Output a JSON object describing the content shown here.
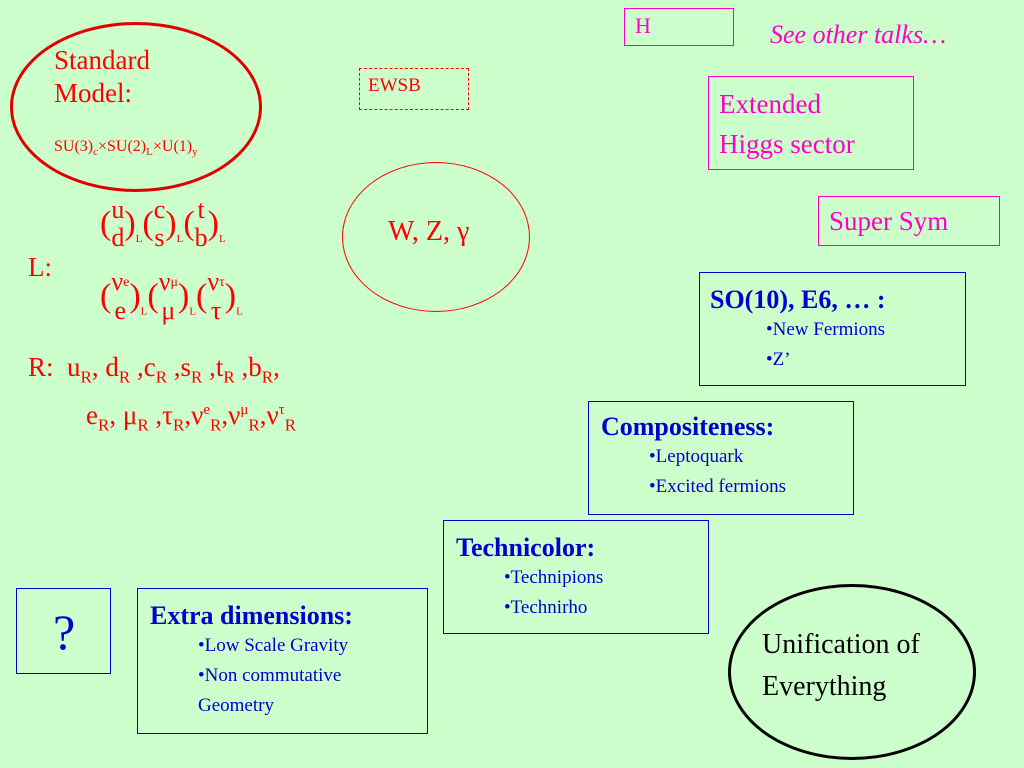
{
  "standard_model": {
    "title_line1": "Standard",
    "title_line2": "Model:",
    "group": [
      "SU(3)",
      "c",
      "×SU(2)",
      "L",
      "×U(1)",
      "y"
    ]
  },
  "ewsb": "EWSB",
  "gauge_bosons": "W, Z, γ",
  "higgs": {
    "box": "H",
    "note": "See other talks…",
    "extended_line1": "Extended",
    "extended_line2": "Higgs sector"
  },
  "super_sym": "Super Sym",
  "so10": {
    "heading": "SO(10), E6, … :",
    "items": [
      "•New Fermions",
      "•Z’"
    ]
  },
  "compositeness": {
    "heading": "Compositeness:",
    "items": [
      "•Leptoquark",
      "•Excited fermions"
    ]
  },
  "technicolor": {
    "heading": "Technicolor:",
    "items": [
      "•Technipions",
      "•Technirho"
    ]
  },
  "extra_dimensions": {
    "heading": "Extra dimensions:",
    "items": [
      "•Low Scale Gravity",
      "•Non commutative",
      "Geometry"
    ]
  },
  "question": "?",
  "unification": {
    "line1": "Unification of",
    "line2": "Everything"
  },
  "lagrangian": {
    "L_label": "L:",
    "R_label": "R:",
    "quarks": [
      {
        "top": "u",
        "bottom": "d",
        "sub": "L"
      },
      {
        "top": "c",
        "bottom": "s",
        "sub": "L"
      },
      {
        "top": "t",
        "bottom": "b",
        "sub": "L"
      }
    ],
    "leptons": [
      {
        "top": "ν",
        "top_sub": "e",
        "bottom": "e",
        "sub": "L"
      },
      {
        "top": "ν",
        "top_sub": "μ",
        "bottom": "μ",
        "sub": "L"
      },
      {
        "top": "ν",
        "top_sub": "τ",
        "bottom": "τ",
        "sub": "L"
      }
    ],
    "right_line1": [
      {
        "base": "u",
        "sub": "R",
        "sep": ", "
      },
      {
        "base": "d",
        "sub": "R",
        "sep": " ,"
      },
      {
        "base": "c",
        "sub": "R",
        "sep": " ,"
      },
      {
        "base": "s",
        "sub": "R",
        "sep": " ,"
      },
      {
        "base": "t",
        "sub": "R",
        "sep": " ,"
      },
      {
        "base": "b",
        "sub": "R",
        "sep": ","
      }
    ],
    "right_line2": [
      {
        "base": "e",
        "sub": "R",
        "sep": ", "
      },
      {
        "base": "μ",
        "sub": "R",
        "sep": " ,"
      },
      {
        "base": "τ",
        "sub": "R",
        "sep": ","
      },
      {
        "base": "ν",
        "sup": "e",
        "sub": "R",
        "sep": ","
      },
      {
        "base": "ν",
        "sup": "μ",
        "sub": "R",
        "sep": ","
      },
      {
        "base": "ν",
        "sup": "τ",
        "sub": "R",
        "sep": ""
      }
    ]
  },
  "colors": {
    "background": "#ccffcc",
    "red": "#ff0000",
    "magenta": "#ff00cc",
    "blue": "#0000cc"
  }
}
